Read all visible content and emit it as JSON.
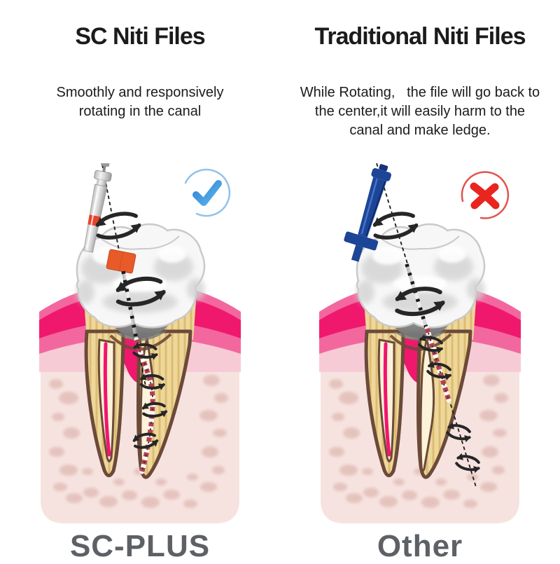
{
  "page": {
    "background": "#ffffff"
  },
  "panels": [
    {
      "id": "sc-plus",
      "title": "SC Niti Files",
      "description": "Smoothly and responsively\nrotating in the canal",
      "verdict": "approve",
      "verdict_icon": "check-icon",
      "product_label": "SC-PLUS",
      "alt": "Dental file with silver handle and red stopper smoothly following the curved root canal of a molar cross-section"
    },
    {
      "id": "other",
      "title": "Traditional Niti Files",
      "description": "While Rotating,   the file will go back to\nthe center,it will easily harm to the\ncanal and make ledge.",
      "verdict": "reject",
      "verdict_icon": "cross-icon",
      "product_label": "Other",
      "alt": "Dental file with blue handle going straight back to center, its dashed axis leaving the curved canal and harming the root"
    }
  ],
  "colors": {
    "title_text": "#1b1b1b",
    "label_text": "#5d6165",
    "check_blue": "#2f86d5",
    "check_blue_light": "#5cb3ec",
    "check_circle": "#93c1e8",
    "cross_red": "#e8251f",
    "cross_circle": "#e2524e",
    "gum_dark": "#ef186d",
    "gum_mid": "#f3679f",
    "gum_pale": "#f7cbd6",
    "bone": "#f6e3df",
    "bone_spot": "#d8a9a3",
    "dentin": "#efd79b",
    "dentin_stripe": "#dbbc72",
    "root_outline": "#6b4a39",
    "canal_fill": "#fdf3da",
    "pulp_magenta": "#f2146e",
    "collar_orange": "#e85a28",
    "file_band_red": "#e8432c",
    "handle_blue": "#1d4596",
    "file_stripe_red": "#b5404d",
    "arrow": "#262626"
  }
}
